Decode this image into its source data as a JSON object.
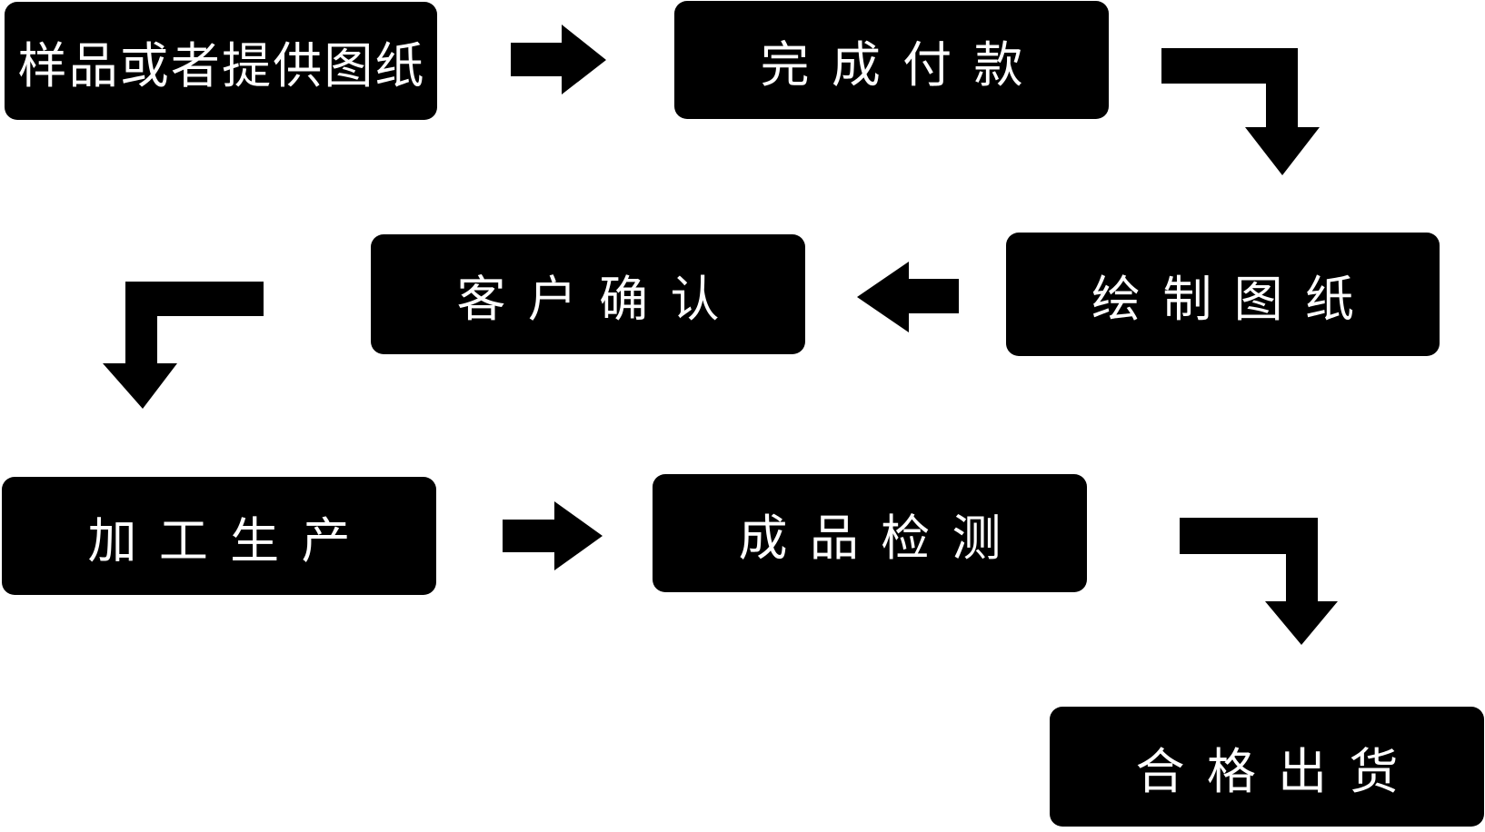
{
  "diagram": {
    "type": "flowchart",
    "title": "",
    "background_color": "#ffffff",
    "node_fill_color": "#000000",
    "node_text_color": "#ffffff",
    "arrow_color": "#000000",
    "nodes": [
      {
        "id": "step-1",
        "label": "样品或者提供图纸"
      },
      {
        "id": "step-2",
        "label": "完成付款"
      },
      {
        "id": "step-3",
        "label": "绘制图纸"
      },
      {
        "id": "step-4",
        "label": "客户确认"
      },
      {
        "id": "step-5",
        "label": "加工生产"
      },
      {
        "id": "step-6",
        "label": "成品检测"
      },
      {
        "id": "step-7",
        "label": "合格出货"
      }
    ],
    "flow": [
      {
        "from": "样品或者提供图纸",
        "to": "完成付款",
        "arrow_shape": "straight-right"
      },
      {
        "from": "完成付款",
        "to": "绘制图纸",
        "arrow_shape": "elbow-right-then-down"
      },
      {
        "from": "绘制图纸",
        "to": "客户确认",
        "arrow_shape": "straight-left"
      },
      {
        "from": "客户确认",
        "to": "加工生产",
        "arrow_shape": "elbow-left-then-down"
      },
      {
        "from": "加工生产",
        "to": "成品检测",
        "arrow_shape": "straight-right"
      },
      {
        "from": "成品检测",
        "to": "合格出货",
        "arrow_shape": "elbow-right-then-down"
      }
    ]
  }
}
